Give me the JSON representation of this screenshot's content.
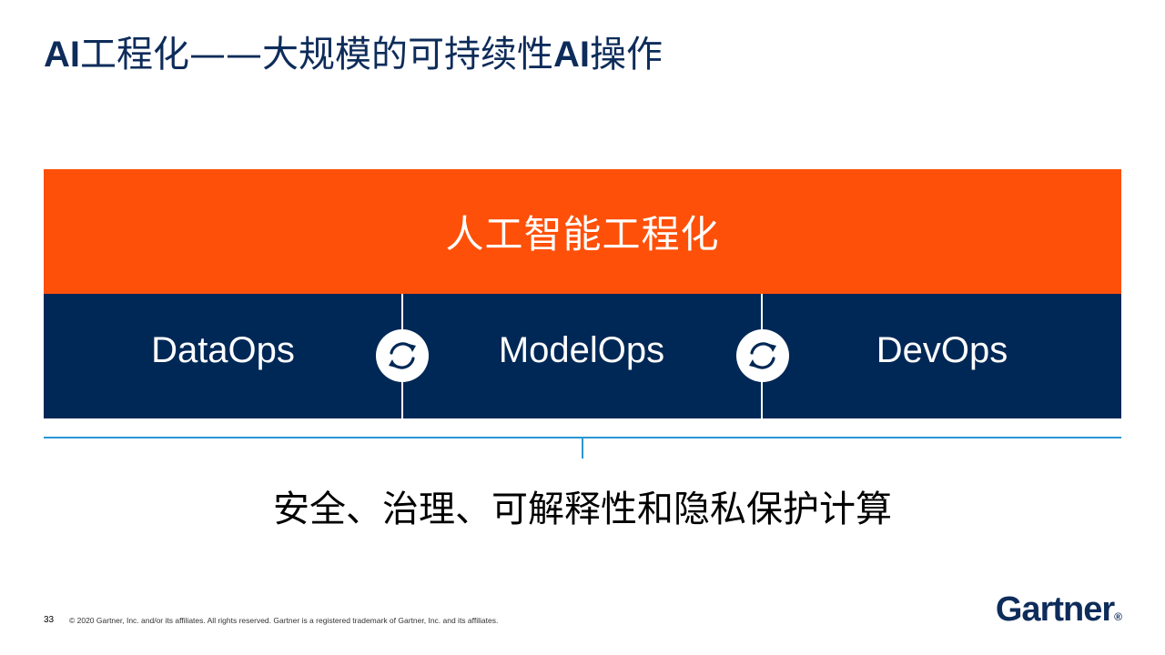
{
  "title": {
    "part1": "AI",
    "part2": "工程化——大规模的可持续性",
    "part3": "AI",
    "part4": "操作"
  },
  "top_band": {
    "label": "人工智能工程化"
  },
  "columns": [
    {
      "label": "DataOps"
    },
    {
      "label": "ModelOps"
    },
    {
      "label": "DevOps"
    }
  ],
  "foundation": {
    "label": "安全、治理、可解释性和隐私保护计算"
  },
  "footer": {
    "page_number": "33",
    "copyright": "© 2020 Gartner, Inc. and/or its affiliates. All rights reserved. Gartner is a registered trademark of Gartner, Inc. and its affiliates.",
    "logo": "Gartner",
    "logo_mark": "®"
  },
  "colors": {
    "title": "#0e2c5a",
    "orange": "#fe5009",
    "navy": "#002856",
    "bracket": "#2a96d4"
  },
  "icons": [
    "sync-cycle-icon",
    "sync-cycle-icon"
  ]
}
